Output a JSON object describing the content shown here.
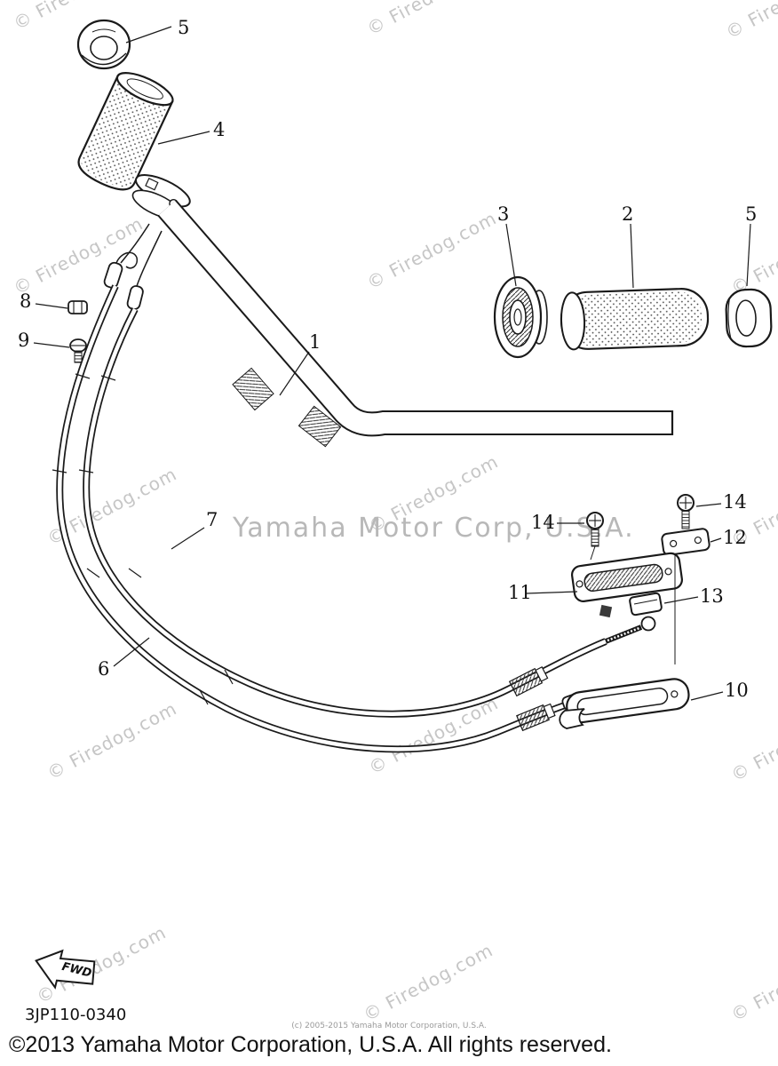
{
  "watermark": {
    "text": "© Firedog.com",
    "brand": "Yamaha Motor Corp, U.S.A."
  },
  "callouts": {
    "part1": "1",
    "part2": "2",
    "part3": "3",
    "part4": "4",
    "part5_left": "5",
    "part5_right": "5",
    "part6": "6",
    "part7": "7",
    "part8": "8",
    "part9": "9",
    "part10": "10",
    "part11": "11",
    "part12": "12",
    "part13": "13",
    "part14_left": "14",
    "part14_right": "14"
  },
  "fwd": {
    "label": "FWD"
  },
  "footer": {
    "diagram_code": "3JP110-0340",
    "micro_copyright": "(c) 2005-2015 Yamaha Motor Corporation, U.S.A.",
    "copyright": "©2013 Yamaha Motor Corporation, U.S.A. All rights reserved."
  }
}
